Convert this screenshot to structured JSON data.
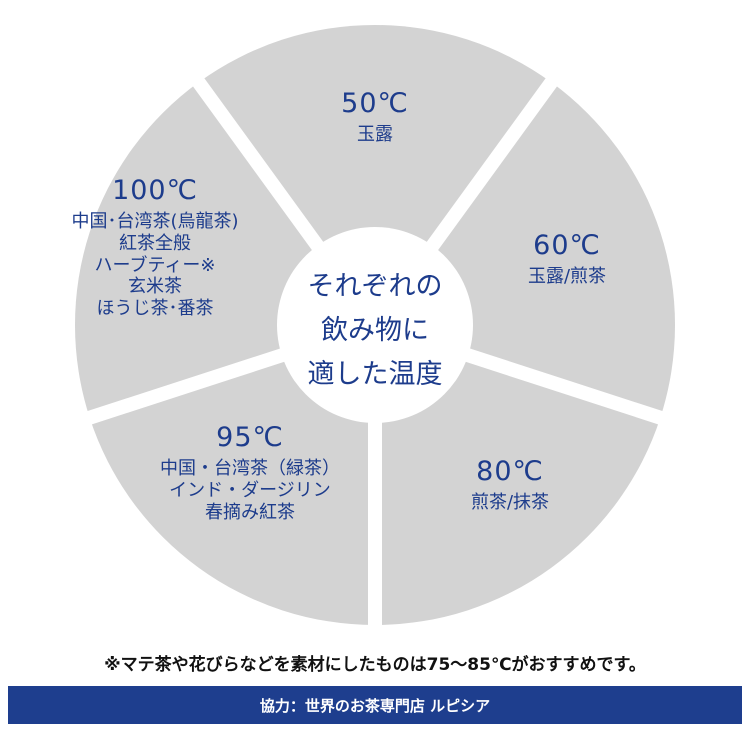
{
  "center_title": [
    "それぞれの",
    "飲み物に",
    "適した温度"
  ],
  "segments": [
    {
      "temperature": "50℃",
      "teas": [
        "玉露"
      ]
    },
    {
      "temperature": "60℃",
      "teas": [
        "玉露/煎茶"
      ]
    },
    {
      "temperature": "80℃",
      "teas": [
        "煎茶/抹茶"
      ]
    },
    {
      "temperature": "95℃",
      "teas": [
        "中国・台湾茶（緑茶）",
        "インド・ダージリン",
        "春摘み紅茶"
      ]
    },
    {
      "temperature": "100℃",
      "teas": [
        "中国･台湾茶(烏龍茶)",
        "紅茶全般",
        "ハーブティー※",
        "玄米茶",
        "ほうじ茶･番茶"
      ]
    }
  ],
  "footnote": "※マテ茶や花びらなどを素材にしたものは75〜85℃がおすすめです。",
  "credit": "協力：世界のお茶専門店 ルピシア",
  "colors": {
    "segment_fill": "#d3d3d3",
    "gap": "#ffffff",
    "text": "#1d3c8c",
    "credit_bar": "#1e3e8e"
  }
}
